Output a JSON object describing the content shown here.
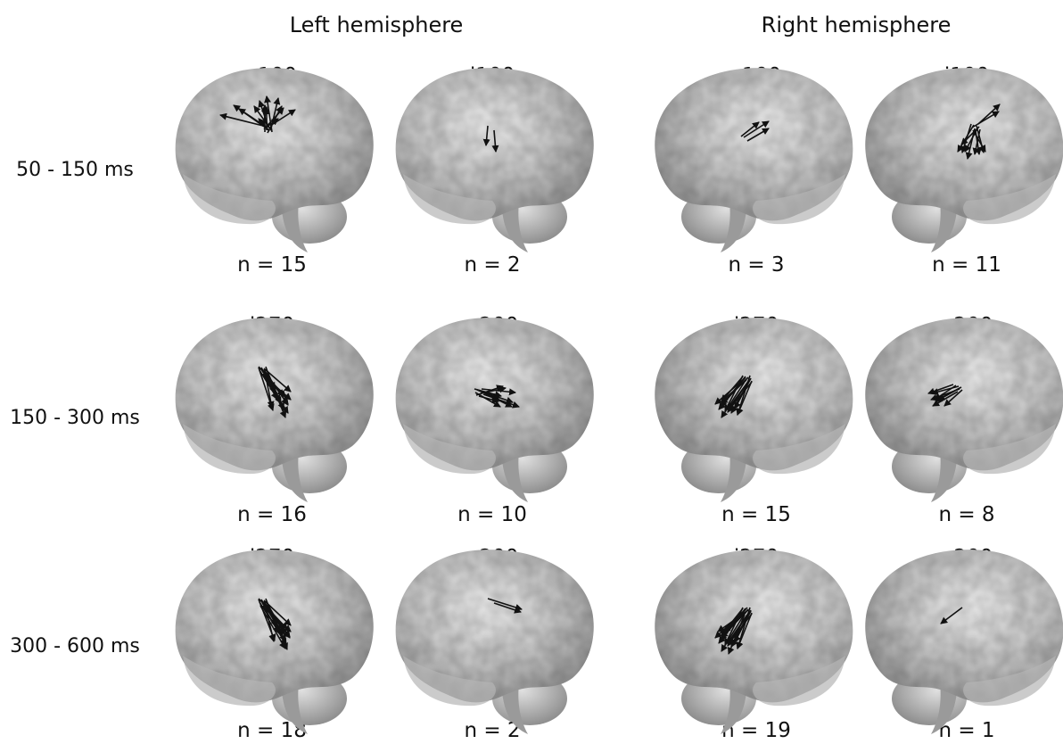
{
  "hemispheres": {
    "left": "Left hemisphere",
    "right": "Right hemisphere"
  },
  "time_windows": [
    "50 - 150 ms",
    "150 - 300 ms",
    "300 - 600 ms"
  ],
  "panels": [
    {
      "hemisphere": "left",
      "label": "s100",
      "n": "n = 15",
      "arrows": [
        [
          -48,
          -12
        ],
        [
          -40,
          -28
        ],
        [
          -30,
          -20
        ],
        [
          -20,
          -28
        ],
        [
          -10,
          -30
        ],
        [
          0,
          -30
        ],
        [
          8,
          -34
        ],
        [
          16,
          -30
        ],
        [
          22,
          -24
        ],
        [
          28,
          -18
        ],
        [
          0,
          -25
        ],
        [
          4,
          -22
        ],
        [
          -12,
          -14
        ],
        [
          14,
          -10
        ],
        [
          -6,
          -40
        ]
      ]
    },
    {
      "hemisphere": "left",
      "label": "i100",
      "n": "n = 2",
      "arrows": [
        [
          -2,
          22
        ],
        [
          2,
          24
        ]
      ]
    },
    {
      "hemisphere": "right",
      "label": "s100",
      "n": "n = 3",
      "arrows": [
        [
          20,
          -16
        ],
        [
          24,
          -14
        ],
        [
          28,
          -18
        ]
      ]
    },
    {
      "hemisphere": "right",
      "label": "i100",
      "n": "n = 11",
      "arrows": [
        [
          -10,
          32
        ],
        [
          -14,
          26
        ],
        [
          -18,
          30
        ],
        [
          -6,
          28
        ],
        [
          8,
          30
        ],
        [
          14,
          24
        ],
        [
          -20,
          20
        ],
        [
          4,
          26
        ],
        [
          30,
          -18
        ],
        [
          24,
          -22
        ],
        [
          -8,
          34
        ]
      ]
    },
    {
      "hemisphere": "left",
      "label": "i270",
      "n": "n = 16",
      "arrows": [
        [
          30,
          34
        ],
        [
          26,
          38
        ],
        [
          22,
          40
        ],
        [
          18,
          42
        ],
        [
          30,
          26
        ],
        [
          34,
          30
        ],
        [
          14,
          36
        ],
        [
          28,
          44
        ],
        [
          20,
          32
        ],
        [
          10,
          30
        ],
        [
          24,
          28
        ],
        [
          16,
          48
        ],
        [
          8,
          40
        ],
        [
          30,
          40
        ],
        [
          20,
          50
        ],
        [
          12,
          22
        ]
      ]
    },
    {
      "hemisphere": "left",
      "label": "p200",
      "n": "n = 10",
      "arrows": [
        [
          30,
          8
        ],
        [
          28,
          -6
        ],
        [
          24,
          10
        ],
        [
          40,
          14
        ],
        [
          36,
          18
        ],
        [
          30,
          -10
        ],
        [
          34,
          12
        ],
        [
          22,
          6
        ],
        [
          28,
          16
        ],
        [
          38,
          4
        ]
      ]
    },
    {
      "hemisphere": "right",
      "label": "i270",
      "n": "n = 15",
      "arrows": [
        [
          -20,
          40
        ],
        [
          -24,
          36
        ],
        [
          -28,
          34
        ],
        [
          -16,
          38
        ],
        [
          -30,
          30
        ],
        [
          -26,
          40
        ],
        [
          -18,
          34
        ],
        [
          -22,
          30
        ],
        [
          -32,
          28
        ],
        [
          -14,
          44
        ],
        [
          -28,
          24
        ],
        [
          -24,
          28
        ],
        [
          -20,
          36
        ],
        [
          -30,
          36
        ],
        [
          -26,
          32
        ]
      ]
    },
    {
      "hemisphere": "right",
      "label": "p200",
      "n": "n = 8",
      "arrows": [
        [
          -28,
          10
        ],
        [
          -32,
          12
        ],
        [
          -24,
          16
        ],
        [
          -20,
          18
        ],
        [
          -30,
          8
        ],
        [
          -22,
          12
        ],
        [
          -26,
          14
        ],
        [
          -28,
          16
        ]
      ]
    },
    {
      "hemisphere": "left",
      "label": "i270",
      "n": "n = 18",
      "arrows": [
        [
          32,
          34
        ],
        [
          28,
          38
        ],
        [
          24,
          40
        ],
        [
          20,
          42
        ],
        [
          30,
          28
        ],
        [
          34,
          30
        ],
        [
          16,
          38
        ],
        [
          26,
          44
        ],
        [
          22,
          34
        ],
        [
          12,
          32
        ],
        [
          24,
          30
        ],
        [
          18,
          46
        ],
        [
          10,
          42
        ],
        [
          32,
          42
        ],
        [
          22,
          50
        ],
        [
          14,
          26
        ],
        [
          28,
          48
        ],
        [
          20,
          36
        ]
      ]
    },
    {
      "hemisphere": "left",
      "label": "p200",
      "n": "n = 2",
      "arrows": [
        [
          38,
          12
        ],
        [
          30,
          10
        ]
      ]
    },
    {
      "hemisphere": "right",
      "label": "i270",
      "n": "n = 19",
      "arrows": [
        [
          -20,
          42
        ],
        [
          -24,
          38
        ],
        [
          -28,
          36
        ],
        [
          -16,
          40
        ],
        [
          -30,
          32
        ],
        [
          -26,
          42
        ],
        [
          -18,
          36
        ],
        [
          -22,
          32
        ],
        [
          -32,
          30
        ],
        [
          -14,
          46
        ],
        [
          -28,
          26
        ],
        [
          -24,
          30
        ],
        [
          -20,
          38
        ],
        [
          -30,
          38
        ],
        [
          -26,
          34
        ],
        [
          -34,
          24
        ],
        [
          -18,
          44
        ],
        [
          -22,
          40
        ],
        [
          -26,
          28
        ]
      ]
    },
    {
      "hemisphere": "right",
      "label": "p200",
      "n": "n = 1",
      "arrows": [
        [
          -24,
          18
        ]
      ]
    }
  ]
}
